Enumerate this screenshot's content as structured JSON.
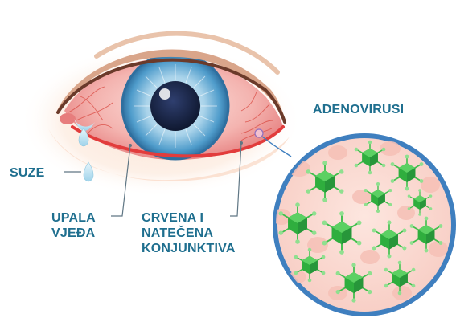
{
  "labels": {
    "tears": "SUZE",
    "inflamed_eyelid_line1": "UPALA",
    "inflamed_eyelid_line2": "VJEĐA",
    "conjunctiva_line1": "CRVENA I",
    "conjunctiva_line2": "NATEČENA",
    "conjunctiva_line3": "KONJUNKTIVA",
    "viruses": "ADENOVIRUSI"
  },
  "colors": {
    "label_text": "#1f6f8f",
    "leader_line": "#5f7684",
    "sclera_inflamed": "#f2a7a6",
    "iris": "#3f8fc0",
    "lens_border": "#3f7fbf",
    "lens_fill": "#fbd9d2",
    "virus_green": "#3fbf4c"
  },
  "icons": [
    "eye-illustration",
    "tear-drop-icon",
    "adenovirus-icon",
    "magnifier-lens"
  ]
}
